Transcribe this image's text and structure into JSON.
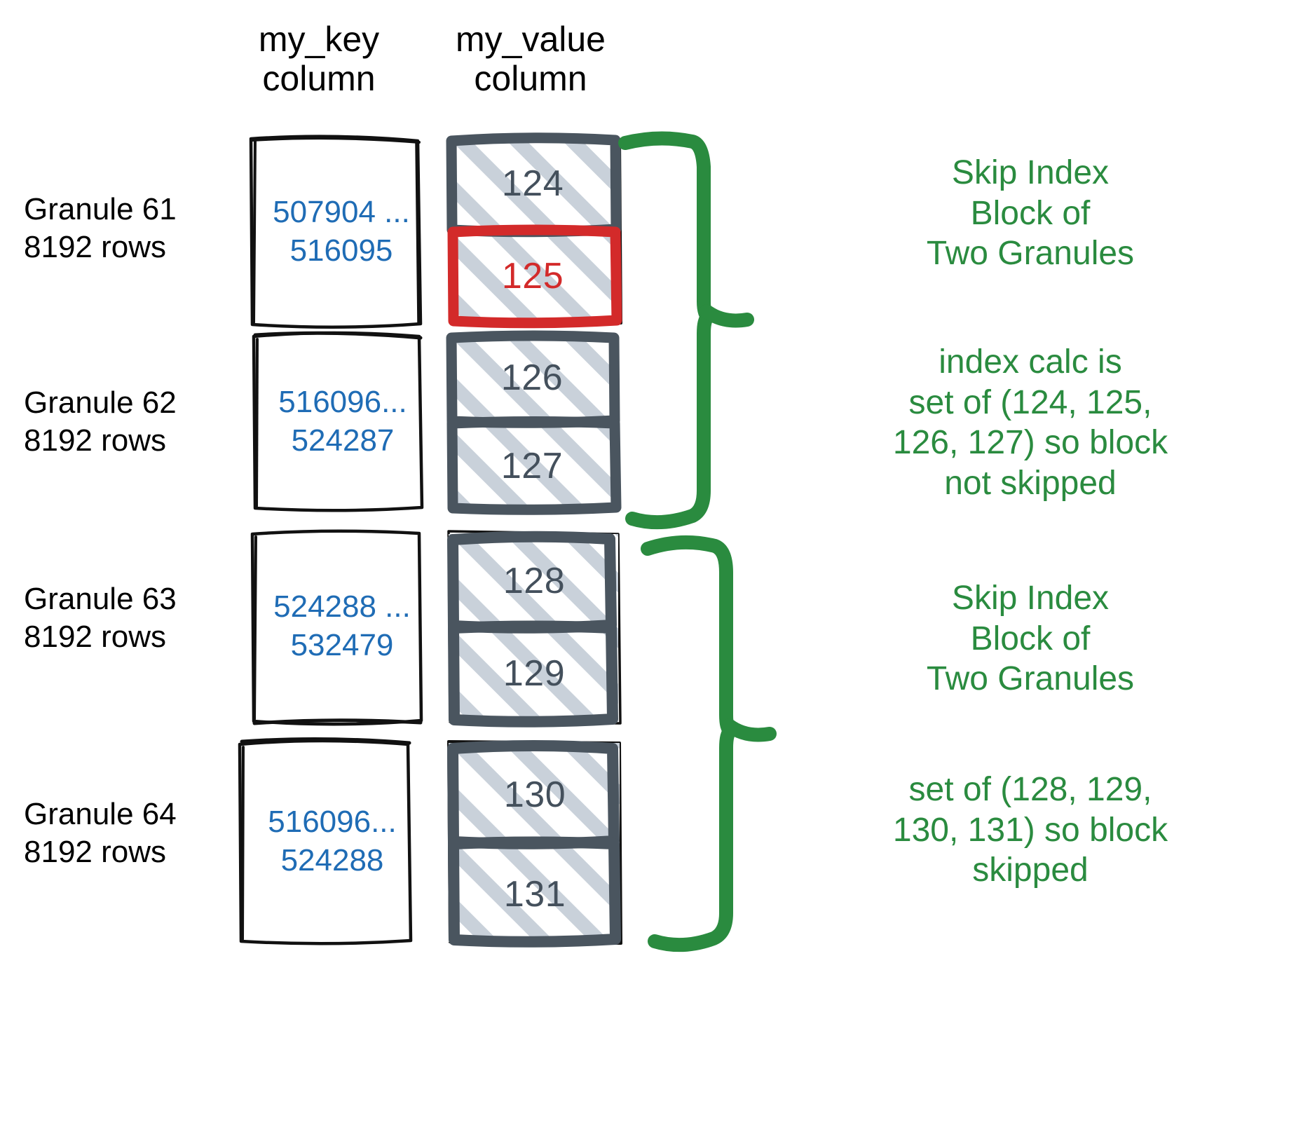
{
  "diagram": {
    "title": "ClickHouse skip index granule diagram",
    "colors": {
      "key_text": "#1f6cb5",
      "value_text": "#44505c",
      "value_border": "#4a555f",
      "hatch": "#c3cbd6",
      "highlight": "#d32a2a",
      "note": "#2a8b3f",
      "outline": "#111111"
    }
  },
  "headers": {
    "key_column": "my_key\ncolumn",
    "value_column": "my_value\ncolumn"
  },
  "granules": [
    {
      "label": "Granule 61\n8192 rows",
      "key_range": "507904 ...\n516095",
      "values": [
        {
          "text": "124",
          "highlight": false
        },
        {
          "text": "125",
          "highlight": true
        }
      ]
    },
    {
      "label": "Granule 62\n8192 rows",
      "key_range": "516096...\n524287",
      "values": [
        {
          "text": "126",
          "highlight": false
        },
        {
          "text": "127",
          "highlight": false
        }
      ]
    },
    {
      "label": "Granule 63\n8192 rows",
      "key_range": "524288 ...\n532479",
      "values": [
        {
          "text": "128",
          "highlight": false
        },
        {
          "text": "129",
          "highlight": false
        }
      ]
    },
    {
      "label": "Granule 64\n8192 rows",
      "key_range": "516096...\n524288",
      "values": [
        {
          "text": "130",
          "highlight": false
        },
        {
          "text": "131",
          "highlight": false
        }
      ]
    }
  ],
  "notes": [
    {
      "id": "block-1-title",
      "text": "Skip Index\nBlock of\nTwo Granules"
    },
    {
      "id": "block-1-detail",
      "text": "index calc is\nset of (124, 125,\n126, 127) so block\nnot skipped"
    },
    {
      "id": "block-2-title",
      "text": "Skip Index\nBlock of\nTwo Granules"
    },
    {
      "id": "block-2-detail",
      "text": "set of (128, 129,\n130, 131) so block\nskipped"
    }
  ]
}
